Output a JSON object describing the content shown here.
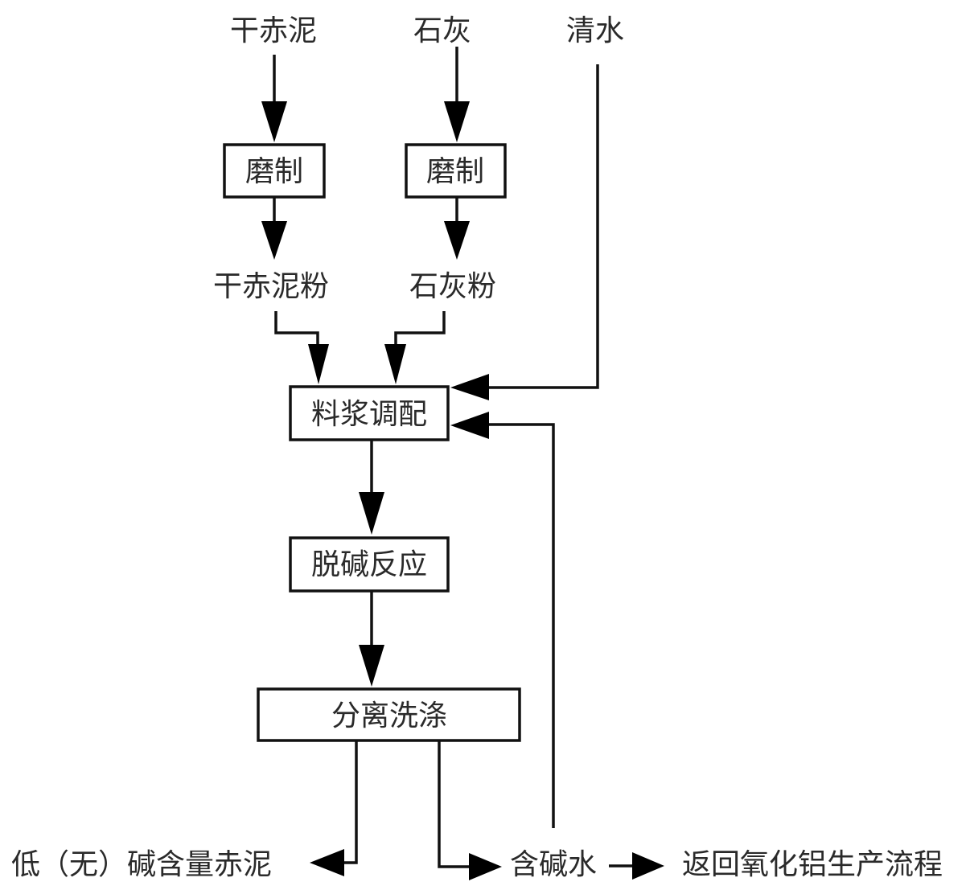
{
  "diagram": {
    "type": "process-flowchart",
    "inputs": {
      "dry_red_mud": "干赤泥",
      "lime": "石灰",
      "clean_water": "清水"
    },
    "steps": {
      "grind_red_mud": "磨制",
      "grind_lime": "磨制",
      "dry_red_mud_powder": "干赤泥粉",
      "lime_powder": "石灰粉",
      "slurry_mixing": "料浆调配",
      "dealkalization": "脱碱反应",
      "separation_washing": "分离洗涤"
    },
    "outputs": {
      "low_alkali_red_mud": "低（无）碱含量赤泥",
      "alkaline_water": "含碱水",
      "return_to_alumina": "返回氧化铝生产流程"
    },
    "edges": [
      [
        "干赤泥",
        "磨制"
      ],
      [
        "磨制",
        "干赤泥粉"
      ],
      [
        "石灰",
        "磨制"
      ],
      [
        "磨制",
        "石灰粉"
      ],
      [
        "干赤泥粉",
        "料浆调配"
      ],
      [
        "石灰粉",
        "料浆调配"
      ],
      [
        "清水",
        "料浆调配"
      ],
      [
        "含碱水",
        "料浆调配"
      ],
      [
        "料浆调配",
        "脱碱反应"
      ],
      [
        "脱碱反应",
        "分离洗涤"
      ],
      [
        "分离洗涤",
        "低（无）碱含量赤泥"
      ],
      [
        "分离洗涤",
        "含碱水"
      ],
      [
        "含碱水",
        "返回氧化铝生产流程"
      ]
    ]
  }
}
